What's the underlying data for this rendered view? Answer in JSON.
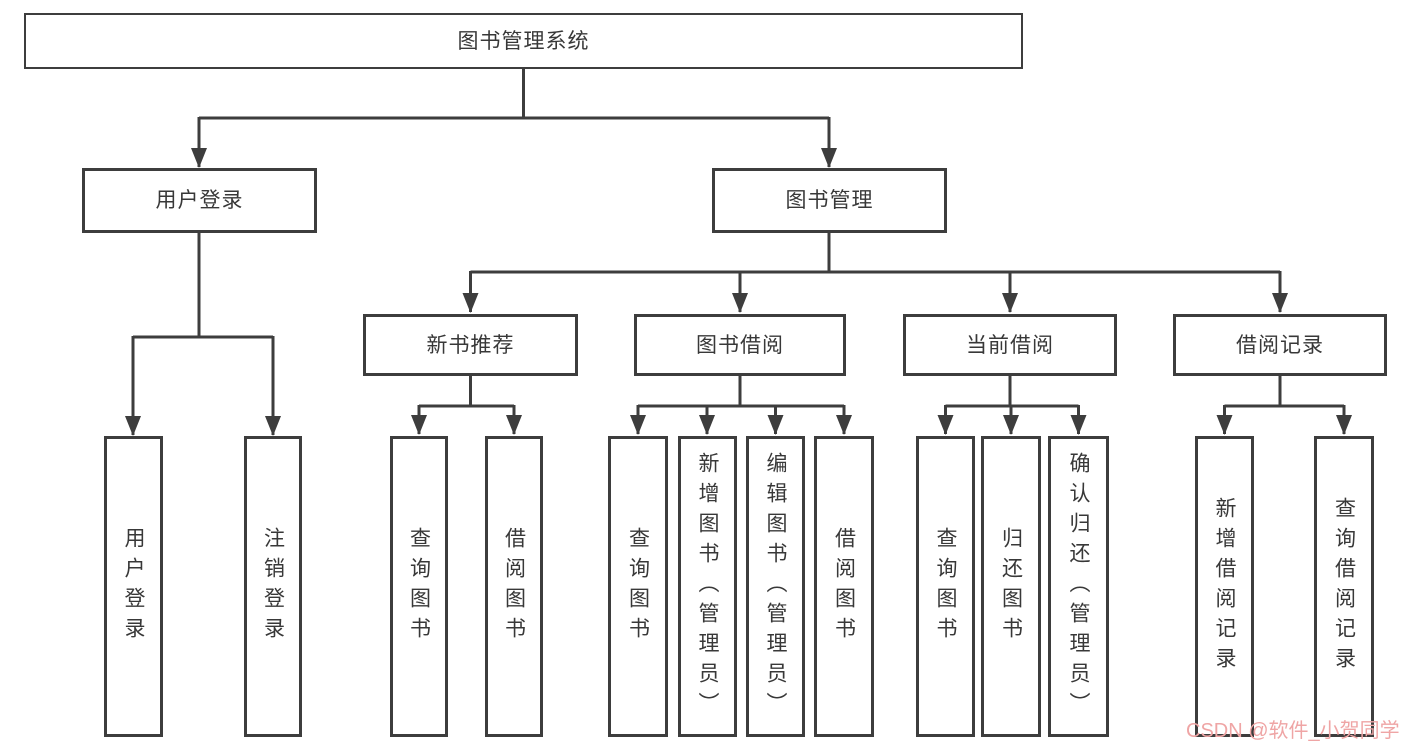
{
  "colors": {
    "line": "#3d3d3d",
    "text": "#383838",
    "box_bg": "#ffffff",
    "watermark": "#efa5a5",
    "page_bg": "#ffffff"
  },
  "tree": {
    "label": "图书管理系统",
    "children": [
      {
        "label": "用户登录",
        "children": [
          {
            "label": "用户登录"
          },
          {
            "label": "注销登录"
          }
        ]
      },
      {
        "label": "图书管理",
        "children": [
          {
            "label": "新书推荐",
            "children": [
              {
                "label": "查询图书"
              },
              {
                "label": "借阅图书"
              }
            ]
          },
          {
            "label": "图书借阅",
            "children": [
              {
                "label": "查询图书"
              },
              {
                "label": "新增图书（管理员）"
              },
              {
                "label": "编辑图书（管理员）"
              },
              {
                "label": "借阅图书"
              }
            ]
          },
          {
            "label": "当前借阅",
            "children": [
              {
                "label": "查询图书"
              },
              {
                "label": "归还图书"
              },
              {
                "label": "确认归还（管理员）"
              }
            ]
          },
          {
            "label": "借阅记录",
            "children": [
              {
                "label": "新增借阅记录"
              },
              {
                "label": "查询借阅记录"
              }
            ]
          }
        ]
      }
    ]
  },
  "watermark": {
    "text": "CSDN @软件_小贺同学"
  }
}
